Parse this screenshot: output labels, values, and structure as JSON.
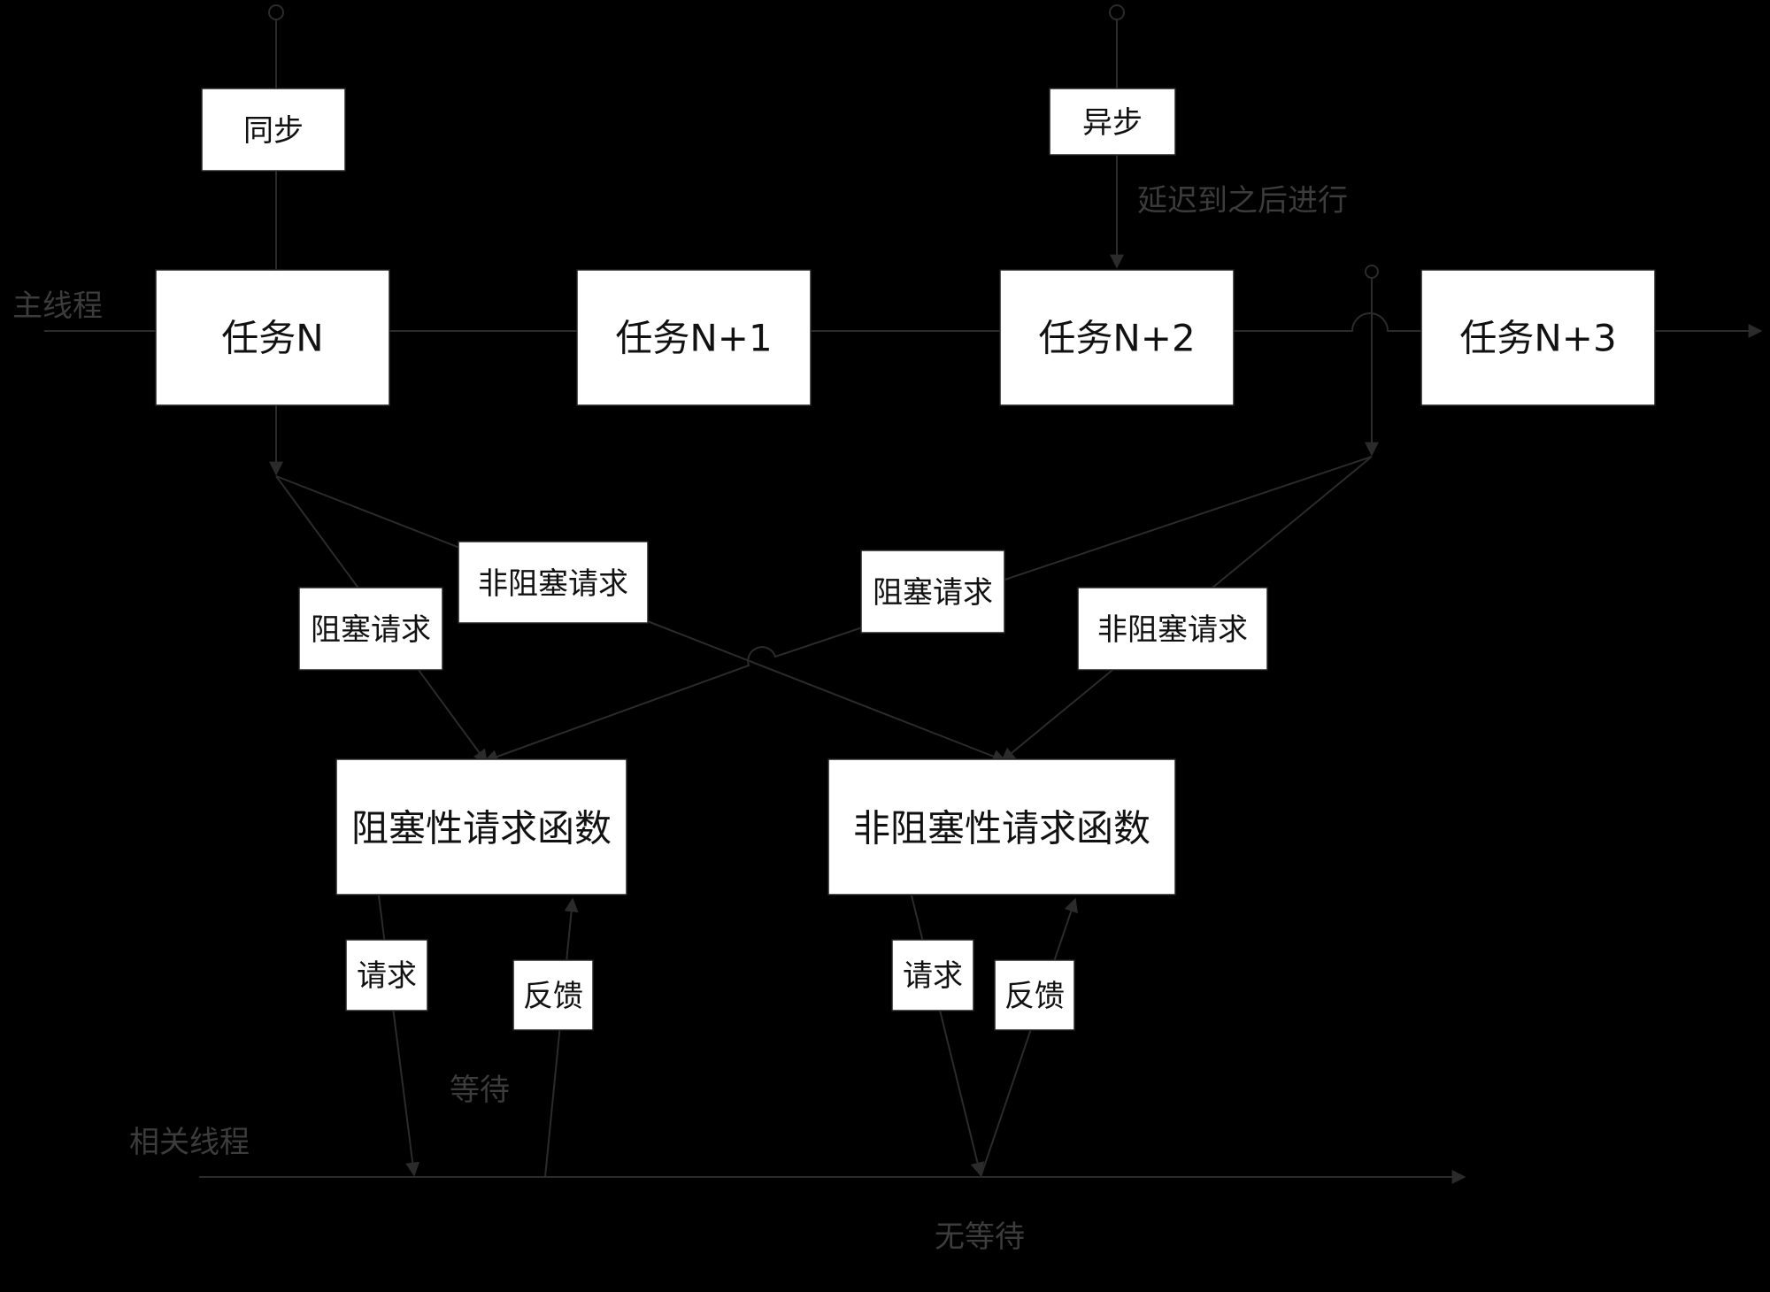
{
  "tasks": [
    "任务N",
    "任务N+1",
    "任务N+2",
    "任务N+3"
  ],
  "main_thread_label": "主线程",
  "related_thread_label": "相关线程",
  "sync_label": "同步",
  "async_label": "异步",
  "defer_note": "延迟到之后进行",
  "left_blocking": "阻塞请求",
  "left_nonblocking": "非阻塞请求",
  "right_blocking": "阻塞请求",
  "right_nonblocking": "非阻塞请求",
  "blocking_func": "阻塞性请求函数",
  "nonblocking_func": "非阻塞性请求函数",
  "req_left": "请求",
  "fb_left": "反馈",
  "req_right": "请求",
  "fb_right": "反馈",
  "wait_note": "等待",
  "nowait_note": "无等待",
  "colors": {
    "background": "#000000",
    "box": "#ffffff",
    "line": "#2b2b2b",
    "dim_text": "#3c3c3c"
  }
}
